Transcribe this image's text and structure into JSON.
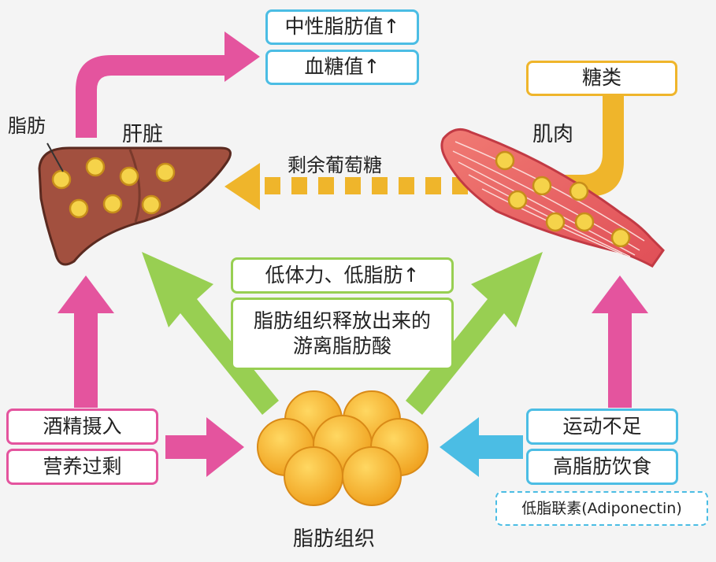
{
  "labels": {
    "fat_in_liver": "脂肪",
    "liver": "肝脏",
    "muscle": "肌肉",
    "excess_glucose": "剩余葡萄糖",
    "adipose_tissue": "脂肪组织"
  },
  "boxes": {
    "triglyceride_up": "中性脂肪值↑",
    "blood_sugar_up": "血糖值↑",
    "sugars": "糖类",
    "low_stamina": "低体力、低脂肪↑",
    "ffa_line1": "脂肪组织释放出来的",
    "ffa_line2": "游离脂肪酸",
    "alcohol": "酒精摄入",
    "overnutrition": "营养过剩",
    "lack_exercise": "运动不足",
    "high_fat_diet": "高脂肪饮食",
    "adiponectin": "低脂联素(Adiponectin)"
  },
  "colors": {
    "pink": "#e4549e",
    "green": "#98cf52",
    "yellow": "#efb52b",
    "blue": "#4bbde4",
    "liver": "#a2503f",
    "muscle": "#e35b5b",
    "fat": "#f2b93c"
  }
}
